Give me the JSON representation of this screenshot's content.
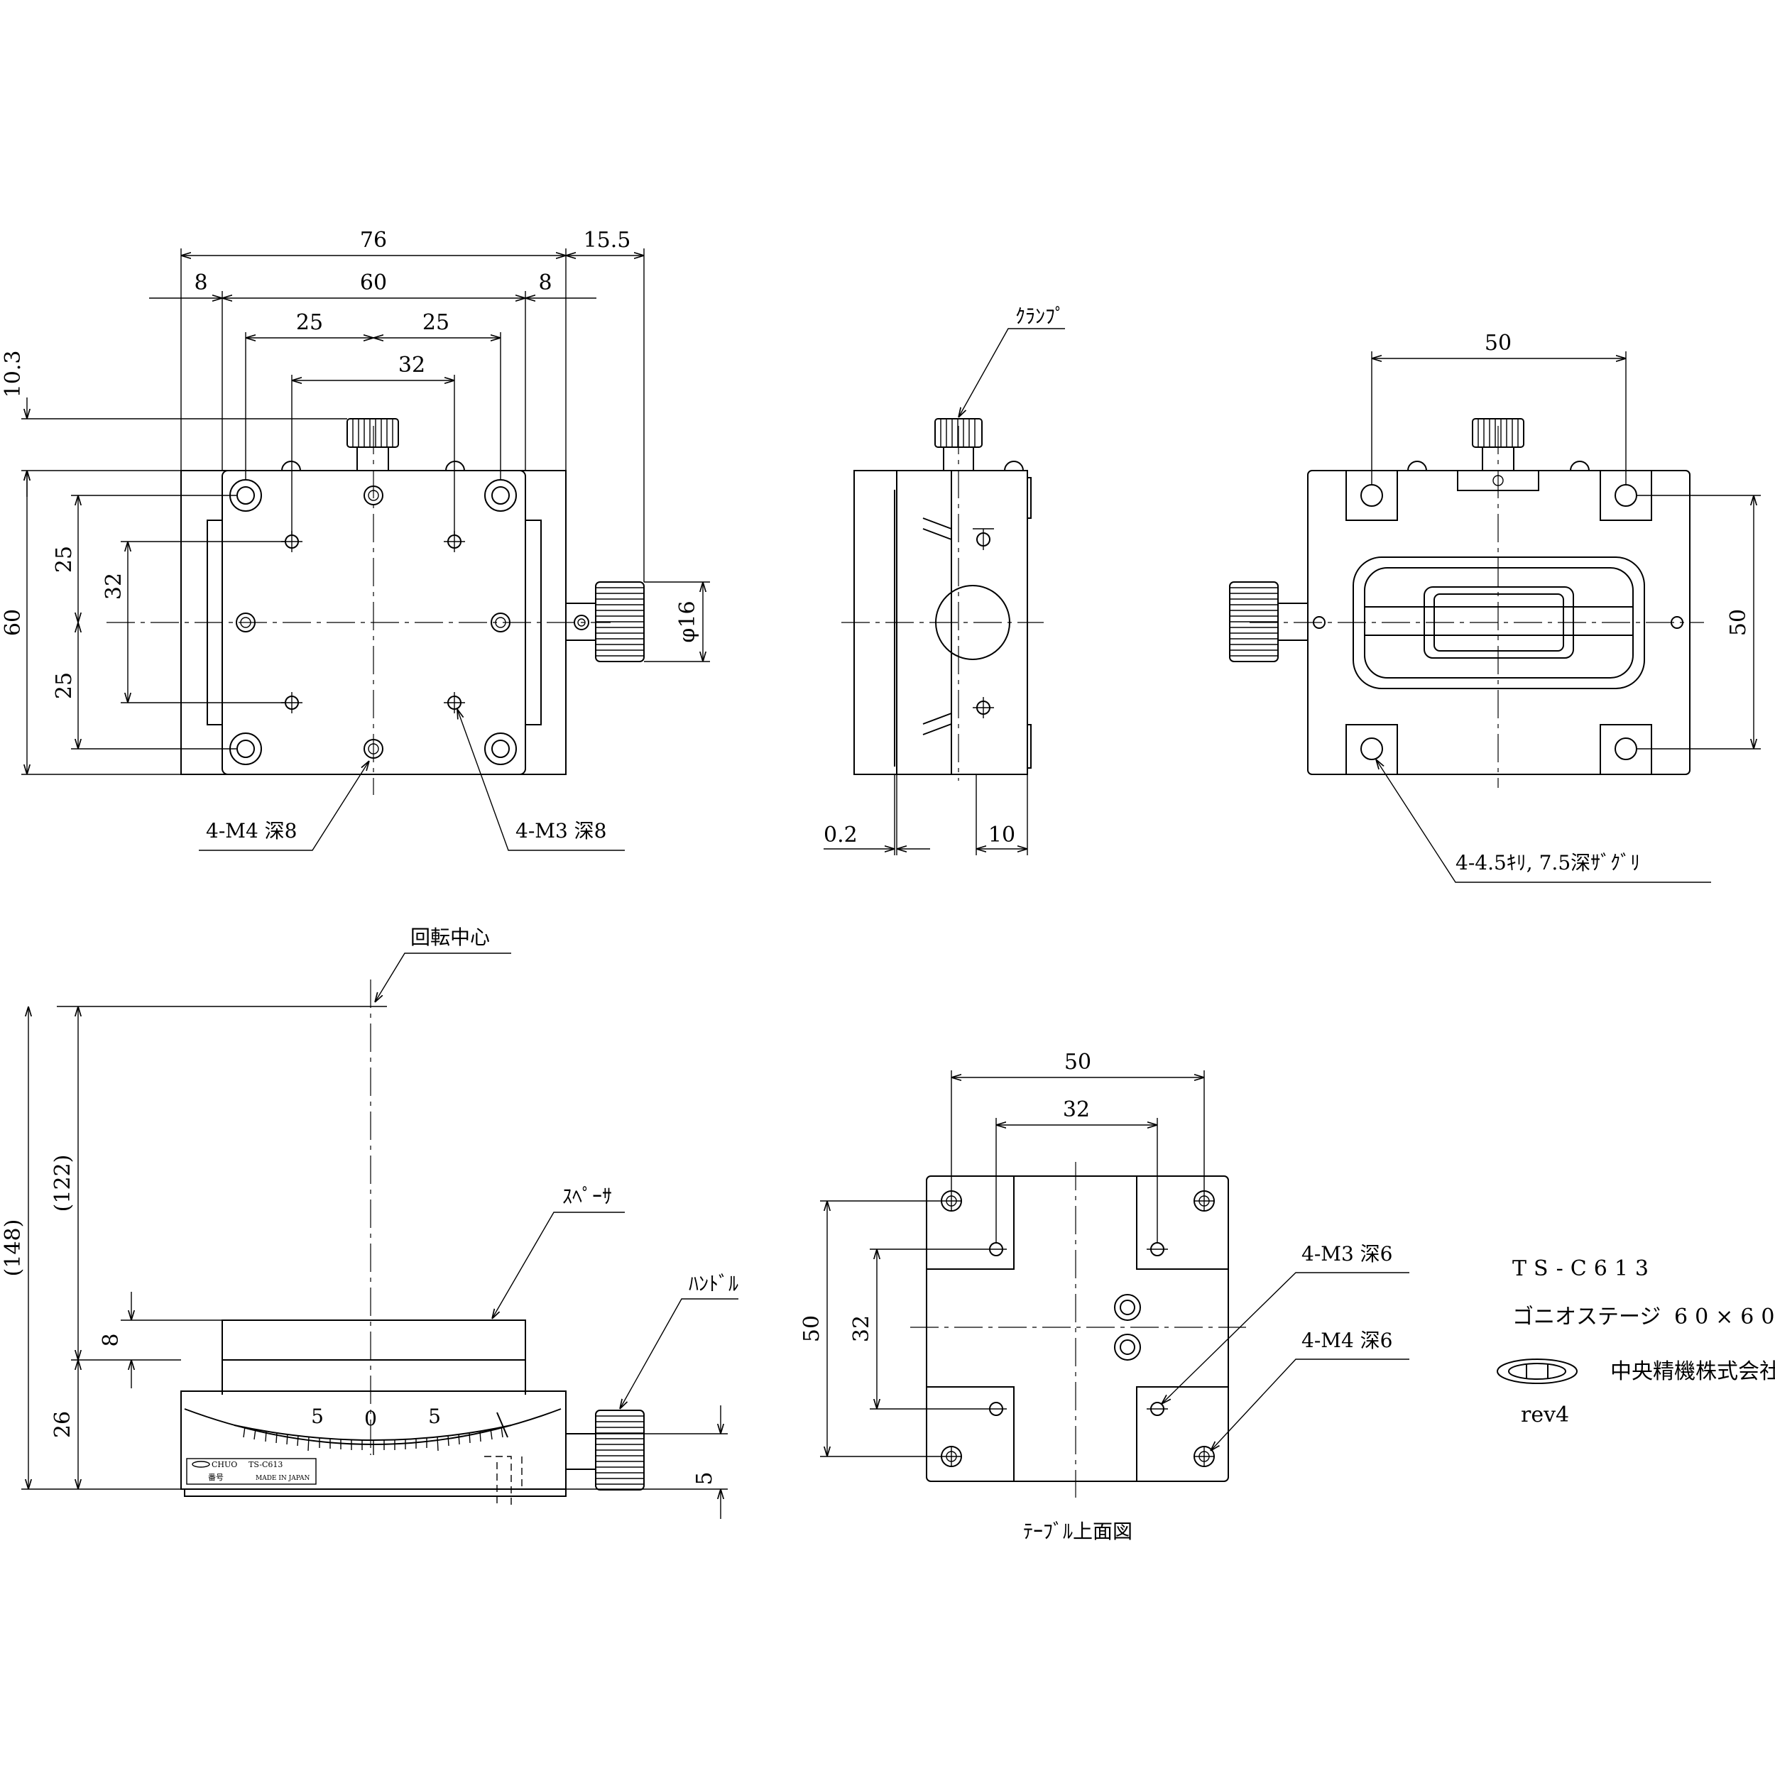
{
  "front_view": {
    "dims": {
      "overall_width": "76",
      "knob_protrusion": "15.5",
      "margin_left": "8",
      "table_width": "60",
      "margin_right": "8",
      "half_left": "25",
      "half_right": "25",
      "hole_pitch_x": "32",
      "top_height": "10.3",
      "overall_height": "60",
      "half_top": "25",
      "hole_pitch_y": "32",
      "half_bottom": "25",
      "knob_dia": "φ16"
    },
    "callouts": {
      "m4_holes": "4-M4 深8",
      "m3_holes": "4-M3 深8"
    }
  },
  "side_view": {
    "clamp_label": "ｸﾗﾝﾌﾟ",
    "dims": {
      "gap": "0.2",
      "depth": "10"
    }
  },
  "bottom_view": {
    "dims": {
      "pitch_x": "50",
      "pitch_y": "50"
    },
    "callout": "4-4.5ｷﾘ, 7.5深ｻﾞｸﾞﾘ"
  },
  "elevation_view": {
    "rotation_center_label": "回転中心",
    "spacer_label": "ｽﾍﾟｰｻ",
    "handle_label": "ﾊﾝﾄﾞﾙ",
    "dims": {
      "overall": "(148)",
      "to_center": "(122)",
      "spacer": "8",
      "body": "26",
      "offset": "5"
    },
    "scale_labels": [
      "5",
      "0",
      "5"
    ],
    "plate": {
      "brand": "CHUO",
      "model": "TS-C613",
      "number_label": "番号",
      "origin": "MADE IN JAPAN"
    }
  },
  "table_top_view": {
    "dims": {
      "outer_x": "50",
      "inner_x": "32",
      "outer_y": "50",
      "inner_y": "32"
    },
    "callouts": {
      "m3_holes": "4-M3 深6",
      "m4_holes": "4-M4 深6"
    },
    "caption": "ﾃｰﾌﾞﾙ上面図"
  },
  "title_block": {
    "model": "TS-C613",
    "product": "ゴニオステージ",
    "size": "60×60",
    "company": "中央精機株式会社",
    "revision": "rev4"
  }
}
